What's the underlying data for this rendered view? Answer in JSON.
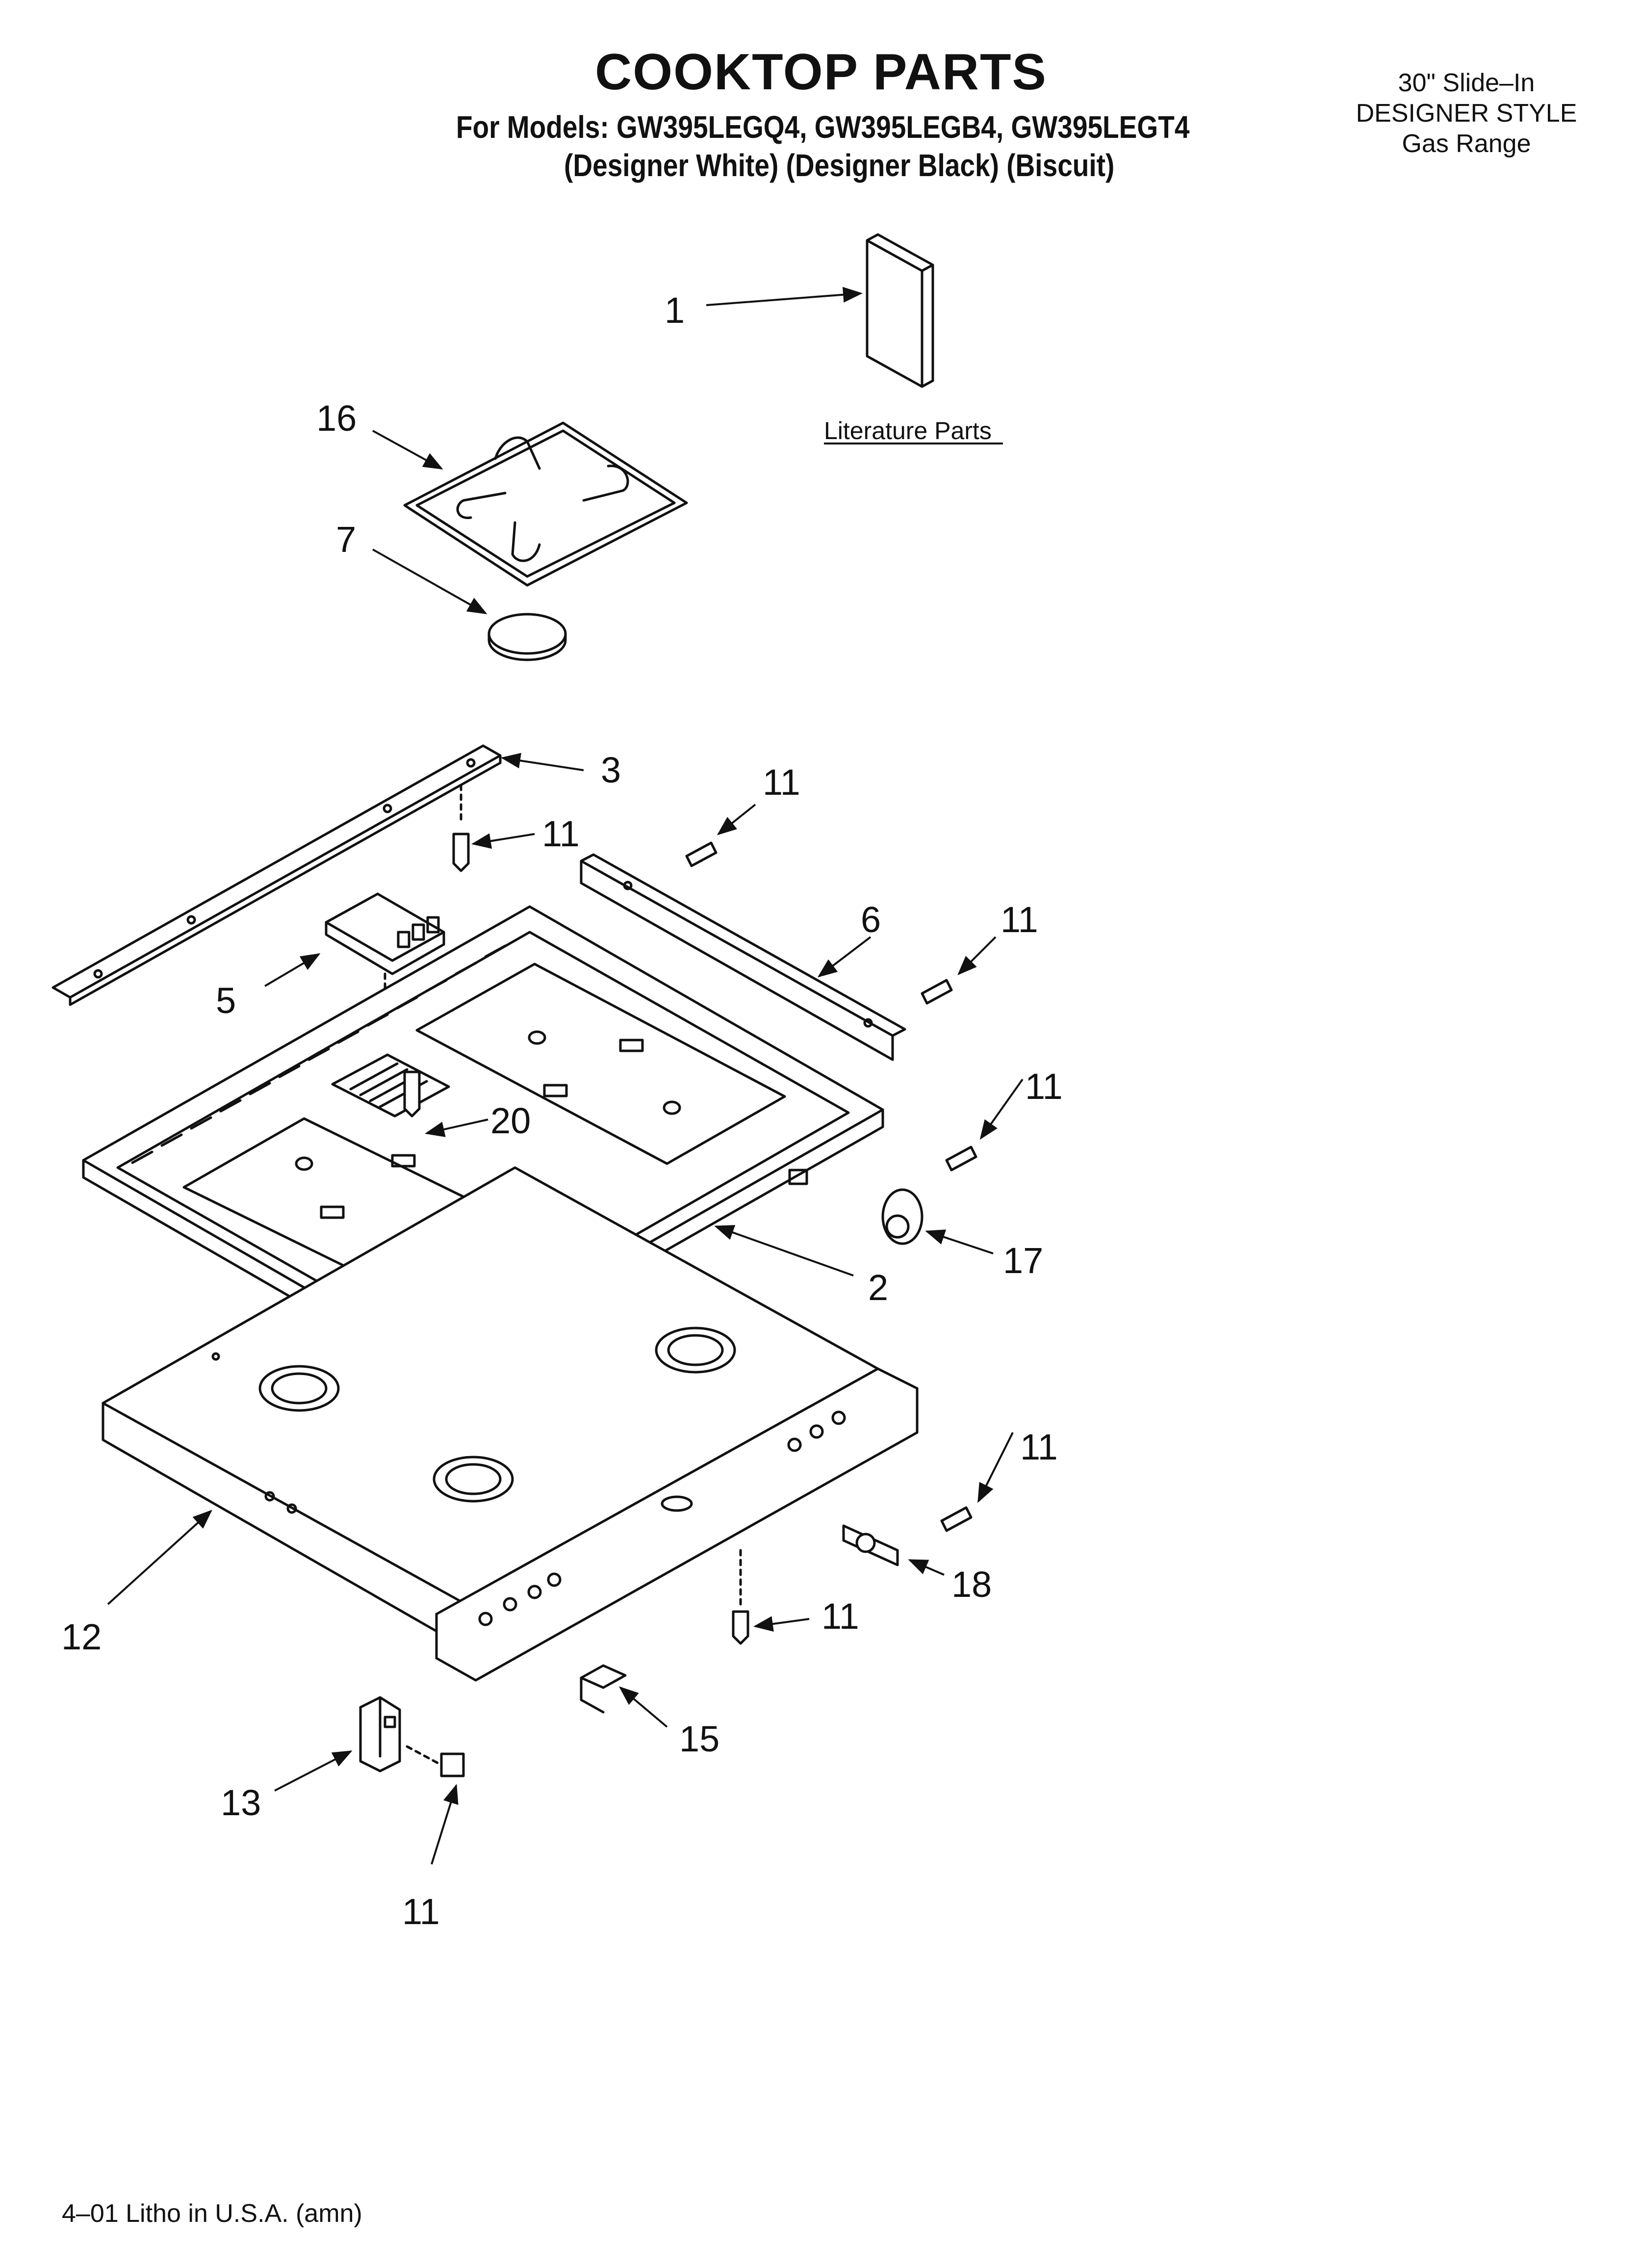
{
  "header": {
    "title": "COOKTOP PARTS",
    "models": "For Models: GW395LEGQ4, GW395LEGB4, GW395LEGT4",
    "colors": "(Designer White) (Designer Black) (Biscuit)"
  },
  "range_info": {
    "line1": "30\" Slide–In",
    "line2": "DESIGNER STYLE",
    "line3": "Gas Range"
  },
  "literature_label": "Literature Parts",
  "callouts": {
    "c1": "1",
    "c16": "16",
    "c7": "7",
    "c3": "3",
    "c11a": "11",
    "c11b": "11",
    "c5": "5",
    "c6": "6",
    "c11c": "11",
    "c20": "20",
    "c11d": "11",
    "c17": "17",
    "c2": "2",
    "c11e": "11",
    "c18": "18",
    "c11f": "11",
    "c12": "12",
    "c15": "15",
    "c13": "13",
    "c11g": "11"
  },
  "footer": "4–01 Litho in U.S.A. (amn)"
}
